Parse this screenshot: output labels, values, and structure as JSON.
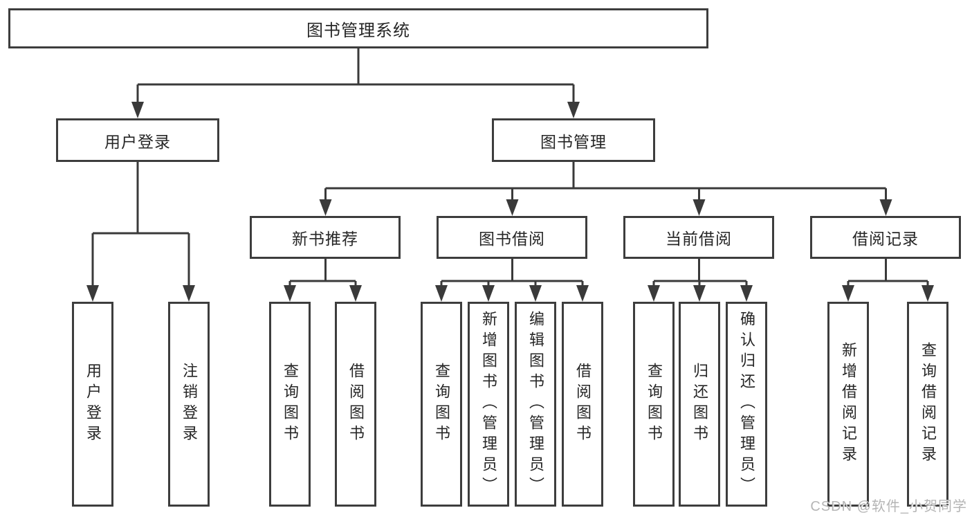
{
  "diagram": {
    "root": "图书管理系统",
    "branches": {
      "user_login": "用户登录",
      "book_management": "图书管理"
    },
    "modules": {
      "new_book_recommend": "新书推荐",
      "book_borrowing": "图书借阅",
      "current_borrowing": "当前借阅",
      "borrowing_records": "借阅记录"
    },
    "leaves": {
      "user_login": "用户登录",
      "logout": "注销登录",
      "nb_query_books": "查询图书",
      "nb_borrow_books": "借阅图书",
      "bb_query_books": "查询图书",
      "bb_add_books": "新增图书（管理员）",
      "bb_edit_books": "编辑图书（管理员）",
      "bb_borrow_books": "借阅图书",
      "cb_query_books": "查询图书",
      "cb_return_books": "归还图书",
      "cb_confirm_return": "确认归还（管理员）",
      "br_add_record": "新增借阅记录",
      "br_query_record": "查询借阅记录"
    }
  },
  "watermark": "CSDN @软件_小贺同学"
}
